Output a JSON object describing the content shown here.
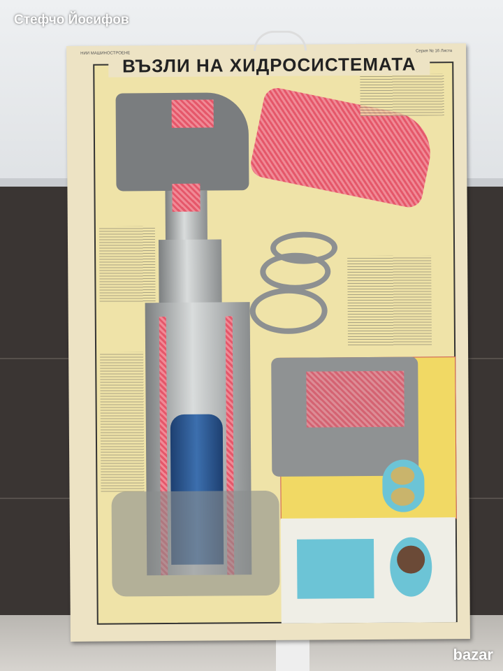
{
  "watermark": "Стефчо Йосифов",
  "logo": "bazar",
  "poster": {
    "title": "ВЪЗЛИ НА ХИДРОСИСТЕМАТА",
    "corner_left": "НИИ МАШИНОСТРОЕНЕ",
    "corner_right": "Серия № 16 Листа"
  },
  "colors": {
    "paper": "#efe3a8",
    "section_red": "#e5576a",
    "oil_blue": "#3c6fae",
    "panel_yellow": "#f1d964"
  }
}
